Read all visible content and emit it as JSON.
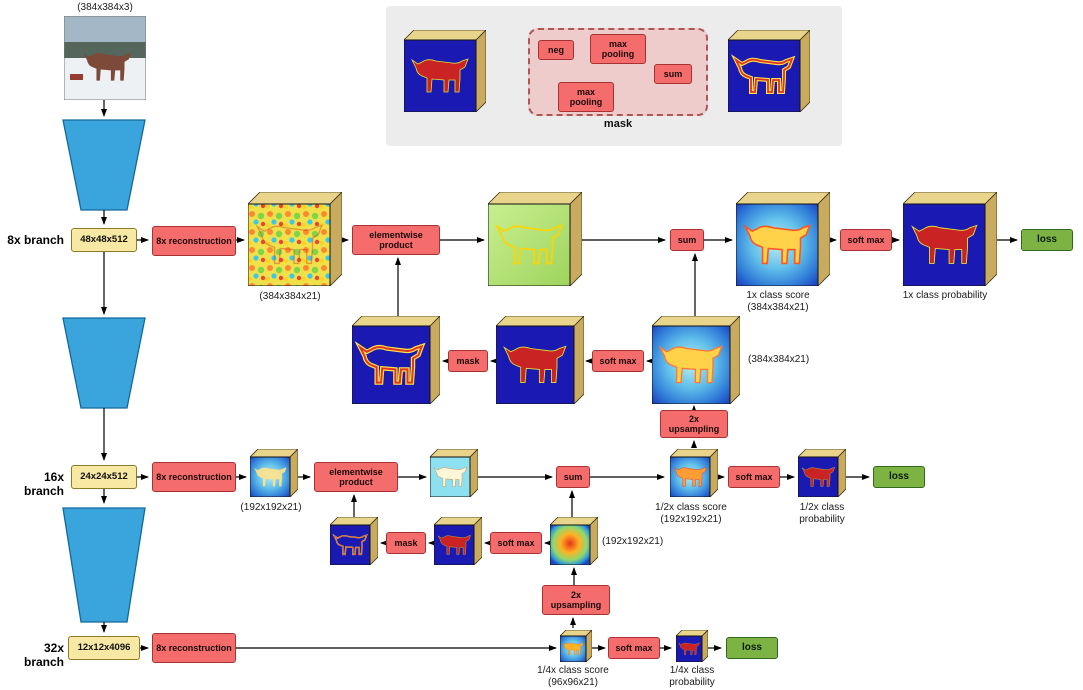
{
  "input": {
    "caption": "(384x384x3)"
  },
  "branches": [
    {
      "label": "8x branch",
      "dims": "48x48x512"
    },
    {
      "label": "16x branch",
      "dims": "24x24x512"
    },
    {
      "label": "32x branch",
      "dims": "12x12x4096"
    }
  ],
  "ops": {
    "reconstruction": "8x reconstruction",
    "elementwise": "elementwise product",
    "sum": "sum",
    "softmax": "soft max",
    "mask": "mask",
    "upsampling": "2x upsampling",
    "loss": "loss",
    "neg": "neg",
    "max_pooling": "max pooling"
  },
  "captions": {
    "recon_8x": "(384x384x21)",
    "mid_8x": "(384x384x21)",
    "score_1x_line1": "1x class score",
    "score_1x_line2": "(384x384x21)",
    "prob_1x": "1x class probability",
    "recon_16x": "(192x192x21)",
    "mid_16x": "(192x192x21)",
    "score_half_line1": "1/2x class score",
    "score_half_line2": "(192x192x21)",
    "prob_half_line1": "1/2x class",
    "prob_half_line2": "probability",
    "score_quarter_line1": "1/4x class score",
    "score_quarter_line2": "(96x96x21)",
    "prob_quarter_line1": "1/4x class",
    "prob_quarter_line2": "probability"
  },
  "inset": {
    "mask_label": "mask"
  },
  "colors": {
    "red_box": "#f56c6c",
    "yellow_box": "#f7e9a3",
    "green_box": "#7cb342",
    "trapezoid": "#3aa5dc",
    "cube_front_blue": "#1a1ab2",
    "cube_top": "#e8d48a",
    "cube_side": "#c9ab5f"
  }
}
